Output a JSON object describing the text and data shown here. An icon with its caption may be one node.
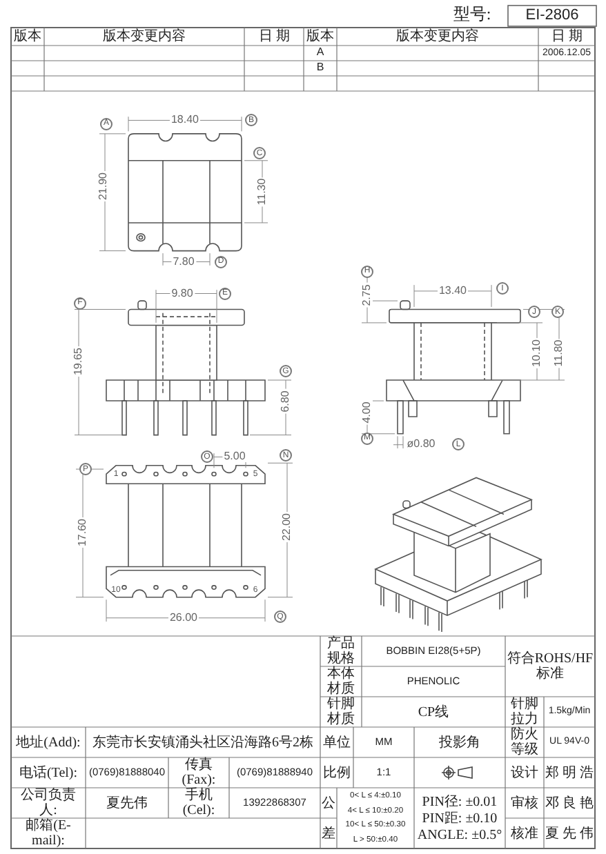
{
  "diagram": {
    "labels": [
      "型号:",
      "EI-2806",
      "版本",
      "版本变更内容",
      "日 期",
      "版本",
      "版本变更内容",
      "日 期",
      "A",
      "2006.12.05",
      "B",
      "18.40",
      "A",
      "B",
      "C",
      "21.90",
      "11.30",
      "7.80",
      "D",
      "H",
      "2.75",
      "13.40",
      "I",
      "9.80",
      "E",
      "F",
      "J",
      "K",
      "19.65",
      "10.10",
      "11.80",
      "G",
      "6.80",
      "4.00",
      "M",
      "ø0.80",
      "L",
      "O",
      "5.00",
      "N",
      "P",
      "1",
      "5",
      "17.60",
      "22.00",
      "10",
      "6",
      "26.00",
      "Q",
      "产品规格",
      "BOBBIN EI28(5+5P)",
      "符合ROHS/HF标准",
      "本体材质",
      "PHENOLIC",
      "针脚材质",
      "CP线",
      "针脚拉力",
      "1.5kg/Min",
      "地址(Add):",
      "东莞市长安镇涌头社区沿海路6号2栋",
      "单位",
      "MM",
      "投影角",
      "防火等级",
      "UL 94V-0",
      "电话(Tel):",
      "(0769)81888040",
      "传真(Fax):",
      "(0769)81888940",
      "比例",
      "1:1",
      "设计",
      "郑 明 浩",
      "公司负责人:",
      "夏先伟",
      "手机(Cel):",
      "13922868307",
      "公",
      "0< L ≤ 4:±0.10",
      "4< L ≤ 10:±0.20",
      "10< L ≤ 50:±0.30",
      "L > 50:±0.40",
      "PIN径: ±0.01",
      "PIN距: ±0.10",
      "ANGLE: ±0.5°",
      "审核",
      "邓 良 艳",
      "邮箱(E-mail):",
      "差",
      "核准",
      "夏 先 伟"
    ]
  }
}
